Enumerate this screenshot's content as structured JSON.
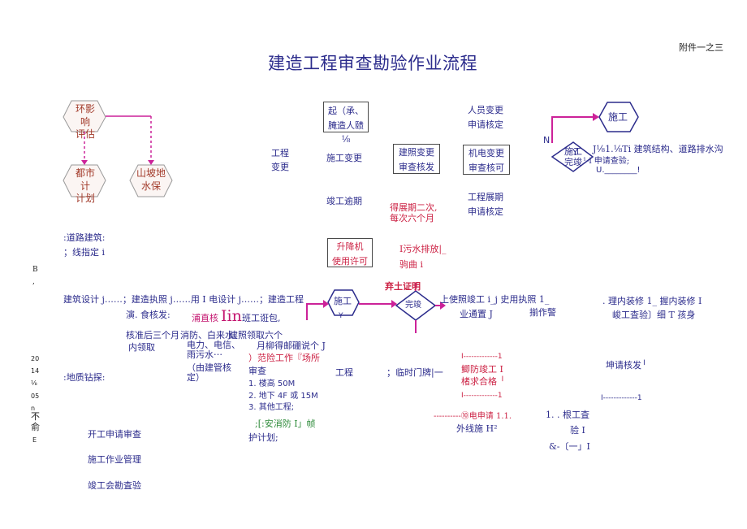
{
  "header": {
    "attachment_label": "附件一之三",
    "title": "建造工程审查勘验作业流程"
  },
  "left_cluster": {
    "top_hex": "环影响\n评估",
    "left_hex": "都市计\n计划",
    "right_hex": "山坡地\n水保"
  },
  "left_labels": {
    "engineering_change": "工程\n变更",
    "road_building": ":道路建筑:",
    "line_designation": "；线指定 i",
    "geology_drilling": ":地质钻探:",
    "b_mark": "B",
    "b_mark2": ",",
    "vertical_year": "20\n14\n⅛\n05\nn",
    "vertical_no": "不\n俞",
    "vertical_e": "E"
  },
  "column2": {
    "start_box": "起（承、\n腌造人赜⅛",
    "construction_change": "施工变更",
    "completion_overdue": "竣工逾期",
    "lift_box": "升降机\n使用许可"
  },
  "column3": {
    "permit_change_box": "建照变更\n审查核发",
    "extension_text": "得展期二次,\n每次六个月",
    "sewage_discharge": "I污水排放|_\n驹曲 i"
  },
  "column4": {
    "personnel_change": "人员变更\n申请核定",
    "mep_change_box": "机电变更\n审查核可",
    "project_extension": "工程展期\n申请核定"
  },
  "right_top": {
    "construction_hex": "施工",
    "completion_diamond": "施工\n完竣",
    "n_label": "N",
    "y_label": "Y",
    "building_note": "J⅛1.⅛Ti 建筑结构、道路排水沟",
    "apply_note": "¹-i 申请查验;",
    "u_line": "U.________!"
  },
  "middle_row": {
    "design_line": "建筑设计 j……；建造执照 j……用 I 电设计 j……；建造工程",
    "review_issue": "演. 食核发:",
    "stamp_check": "浦直核",
    "stamp_big": "Iin",
    "shift_work": "班工诳包,",
    "approval_note": "核准后三个月",
    "collect_note": "内领取",
    "fire_label": "消防、白来水、",
    "power_label": "电力、电信、",
    "rain_label": "雨污水⋯",
    "build_check": "（由建管核",
    "build_check2": "定）",
    "permit_six": "建照领取六个",
    "monthly_note": "月柳得邮硼说个 J",
    "scope_note": "）范险工作『场所",
    "review_label": "审查",
    "floor_height": "1. 楼高 50M",
    "basement": "2. 地下 4F 或 15M",
    "other_project": "3. 其他工程;",
    "fire_plan": ";[:安消防 I」帧",
    "protection_plan": "护计划;",
    "construction_hex2": "施工",
    "y_small": "Y",
    "diamond2": "完竣",
    "soil_cert": "弃土证明",
    "use_permit": "上使照竣工 i_j 史用执照 1_",
    "process_doc": "业通置 J",
    "work_warn": "揃作警",
    "project_label": "工程",
    "temp_gate": "；临时门牌|一",
    "fire_line1": "I-------------1",
    "fire_completion": "鲫防竣工 I",
    "fire_ok": "楮求合格 ╵",
    "fire_line2": "I-------------1",
    "power_apply": "----------⑩电申请 1.1.",
    "power_outside": "外线施 H²",
    "interior_repair": ". 理内装修 1_ 握内装修 I",
    "completion_check": "峻工査验〕细 T 孩身",
    "issue_check": "坤请核发╵",
    "right_line": "I-------------1",
    "root_check": "1. . 根工査",
    "check_i": "验 I",
    "bottom_marks": "&-〔一」I"
  },
  "bottom_left": {
    "start_review": "开工申请审查",
    "work_management": "施工作业管理",
    "completion_inspection": "竣工会勘査验"
  }
}
